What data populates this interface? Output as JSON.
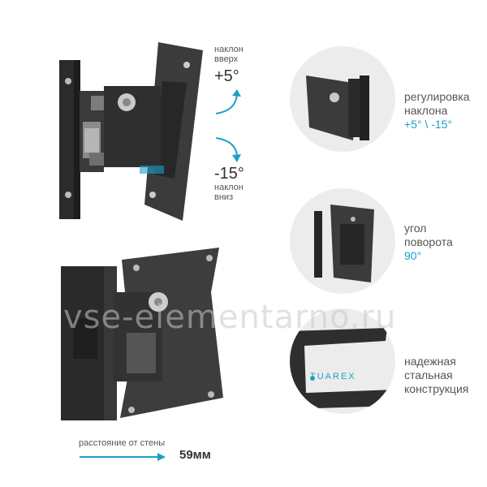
{
  "tilt": {
    "up_label_1": "наклон",
    "up_label_2": "вверх",
    "up_value": "+5°",
    "down_value": "-15°",
    "down_label_1": "наклон",
    "down_label_2": "вниз"
  },
  "features": [
    {
      "line1": "регулировка",
      "line2": "наклона",
      "accent": "+5° \\ -15°"
    },
    {
      "line1": "угол",
      "line2": "поворота",
      "accent": "90°"
    },
    {
      "line1": "надежная",
      "line2": "стальная",
      "line3": "конструкция"
    }
  ],
  "brand": "TUAREX",
  "watermark": "vse-elementarno.ru",
  "distance": {
    "label": "расстояние от стены",
    "value": "59мм"
  },
  "colors": {
    "accent": "#1ba1c9",
    "metal": "#2e2e2e",
    "circle_bg": "#ececec"
  }
}
